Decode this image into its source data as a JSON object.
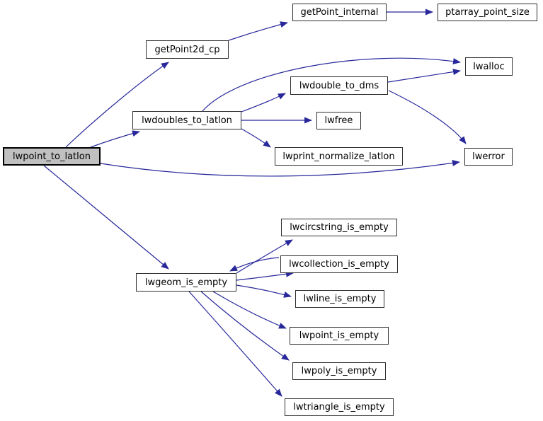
{
  "diagram": {
    "type": "call-graph",
    "focus_node": "lwpoint_to_latlon",
    "colors": {
      "edge": "#28289b",
      "node_border": "#2e2e2e",
      "node_fill": "#ffffff",
      "focus_node_fill": "#c0c0c0",
      "text": "#000000",
      "background": "#ffffff"
    },
    "nodes": [
      {
        "id": "lwpoint_to_latlon",
        "label": "lwpoint_to_latlon",
        "focus": true
      },
      {
        "id": "getPoint2d_cp",
        "label": "getPoint2d_cp",
        "focus": false
      },
      {
        "id": "getPoint_internal",
        "label": "getPoint_internal",
        "focus": false
      },
      {
        "id": "ptarray_point_size",
        "label": "ptarray_point_size",
        "focus": false
      },
      {
        "id": "lwdoubles_to_latlon",
        "label": "lwdoubles_to_latlon",
        "focus": false
      },
      {
        "id": "lwdouble_to_dms",
        "label": "lwdouble_to_dms",
        "focus": false
      },
      {
        "id": "lwalloc",
        "label": "lwalloc",
        "focus": false
      },
      {
        "id": "lwfree",
        "label": "lwfree",
        "focus": false
      },
      {
        "id": "lwprint_normalize_latlon",
        "label": "lwprint_normalize_latlon",
        "focus": false
      },
      {
        "id": "lwerror",
        "label": "lwerror",
        "focus": false
      },
      {
        "id": "lwgeom_is_empty",
        "label": "lwgeom_is_empty",
        "focus": false
      },
      {
        "id": "lwcircstring_is_empty",
        "label": "lwcircstring_is_empty",
        "focus": false
      },
      {
        "id": "lwcollection_is_empty",
        "label": "lwcollection_is_empty",
        "focus": false
      },
      {
        "id": "lwline_is_empty",
        "label": "lwline_is_empty",
        "focus": false
      },
      {
        "id": "lwpoint_is_empty",
        "label": "lwpoint_is_empty",
        "focus": false
      },
      {
        "id": "lwpoly_is_empty",
        "label": "lwpoly_is_empty",
        "focus": false
      },
      {
        "id": "lwtriangle_is_empty",
        "label": "lwtriangle_is_empty",
        "focus": false
      }
    ],
    "edges": [
      {
        "from": "lwpoint_to_latlon",
        "to": "getPoint2d_cp"
      },
      {
        "from": "lwpoint_to_latlon",
        "to": "lwdoubles_to_latlon"
      },
      {
        "from": "lwpoint_to_latlon",
        "to": "lwerror"
      },
      {
        "from": "lwpoint_to_latlon",
        "to": "lwgeom_is_empty"
      },
      {
        "from": "getPoint2d_cp",
        "to": "getPoint_internal"
      },
      {
        "from": "getPoint_internal",
        "to": "ptarray_point_size"
      },
      {
        "from": "lwdoubles_to_latlon",
        "to": "lwalloc"
      },
      {
        "from": "lwdoubles_to_latlon",
        "to": "lwdouble_to_dms"
      },
      {
        "from": "lwdoubles_to_latlon",
        "to": "lwfree"
      },
      {
        "from": "lwdoubles_to_latlon",
        "to": "lwprint_normalize_latlon"
      },
      {
        "from": "lwdouble_to_dms",
        "to": "lwalloc"
      },
      {
        "from": "lwdouble_to_dms",
        "to": "lwerror"
      },
      {
        "from": "lwgeom_is_empty",
        "to": "lwcircstring_is_empty"
      },
      {
        "from": "lwgeom_is_empty",
        "to": "lwcollection_is_empty"
      },
      {
        "from": "lwcollection_is_empty",
        "to": "lwgeom_is_empty"
      },
      {
        "from": "lwgeom_is_empty",
        "to": "lwline_is_empty"
      },
      {
        "from": "lwgeom_is_empty",
        "to": "lwpoint_is_empty"
      },
      {
        "from": "lwgeom_is_empty",
        "to": "lwpoly_is_empty"
      },
      {
        "from": "lwgeom_is_empty",
        "to": "lwtriangle_is_empty"
      }
    ]
  }
}
